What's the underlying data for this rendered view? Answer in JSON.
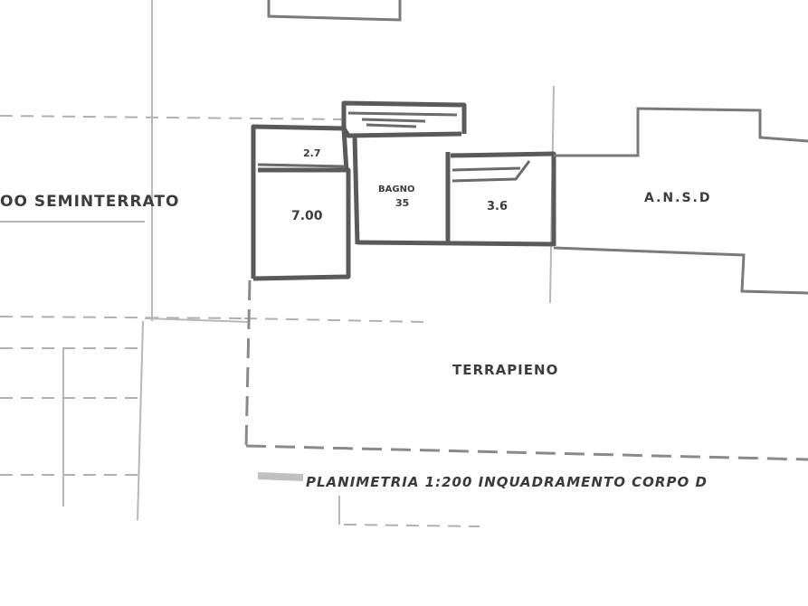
{
  "labels": {
    "left_area": "OO SEMINTERRATO",
    "room_a": "7.00",
    "room_top_small": "2.7",
    "room_center_title": "BAGNO",
    "room_center_value": "35",
    "room_right": "3.6",
    "right_area": "A.N.S.D",
    "bottom_area": "TERRAPIENO",
    "caption": "PLANIMETRIA 1:200 INQUADRAMENTO CORPO D"
  },
  "colors": {
    "ink": "#3c3c3c",
    "wall": "#5a5a5a",
    "faint_line": "#b8b8b8",
    "paper": "#ffffff"
  }
}
